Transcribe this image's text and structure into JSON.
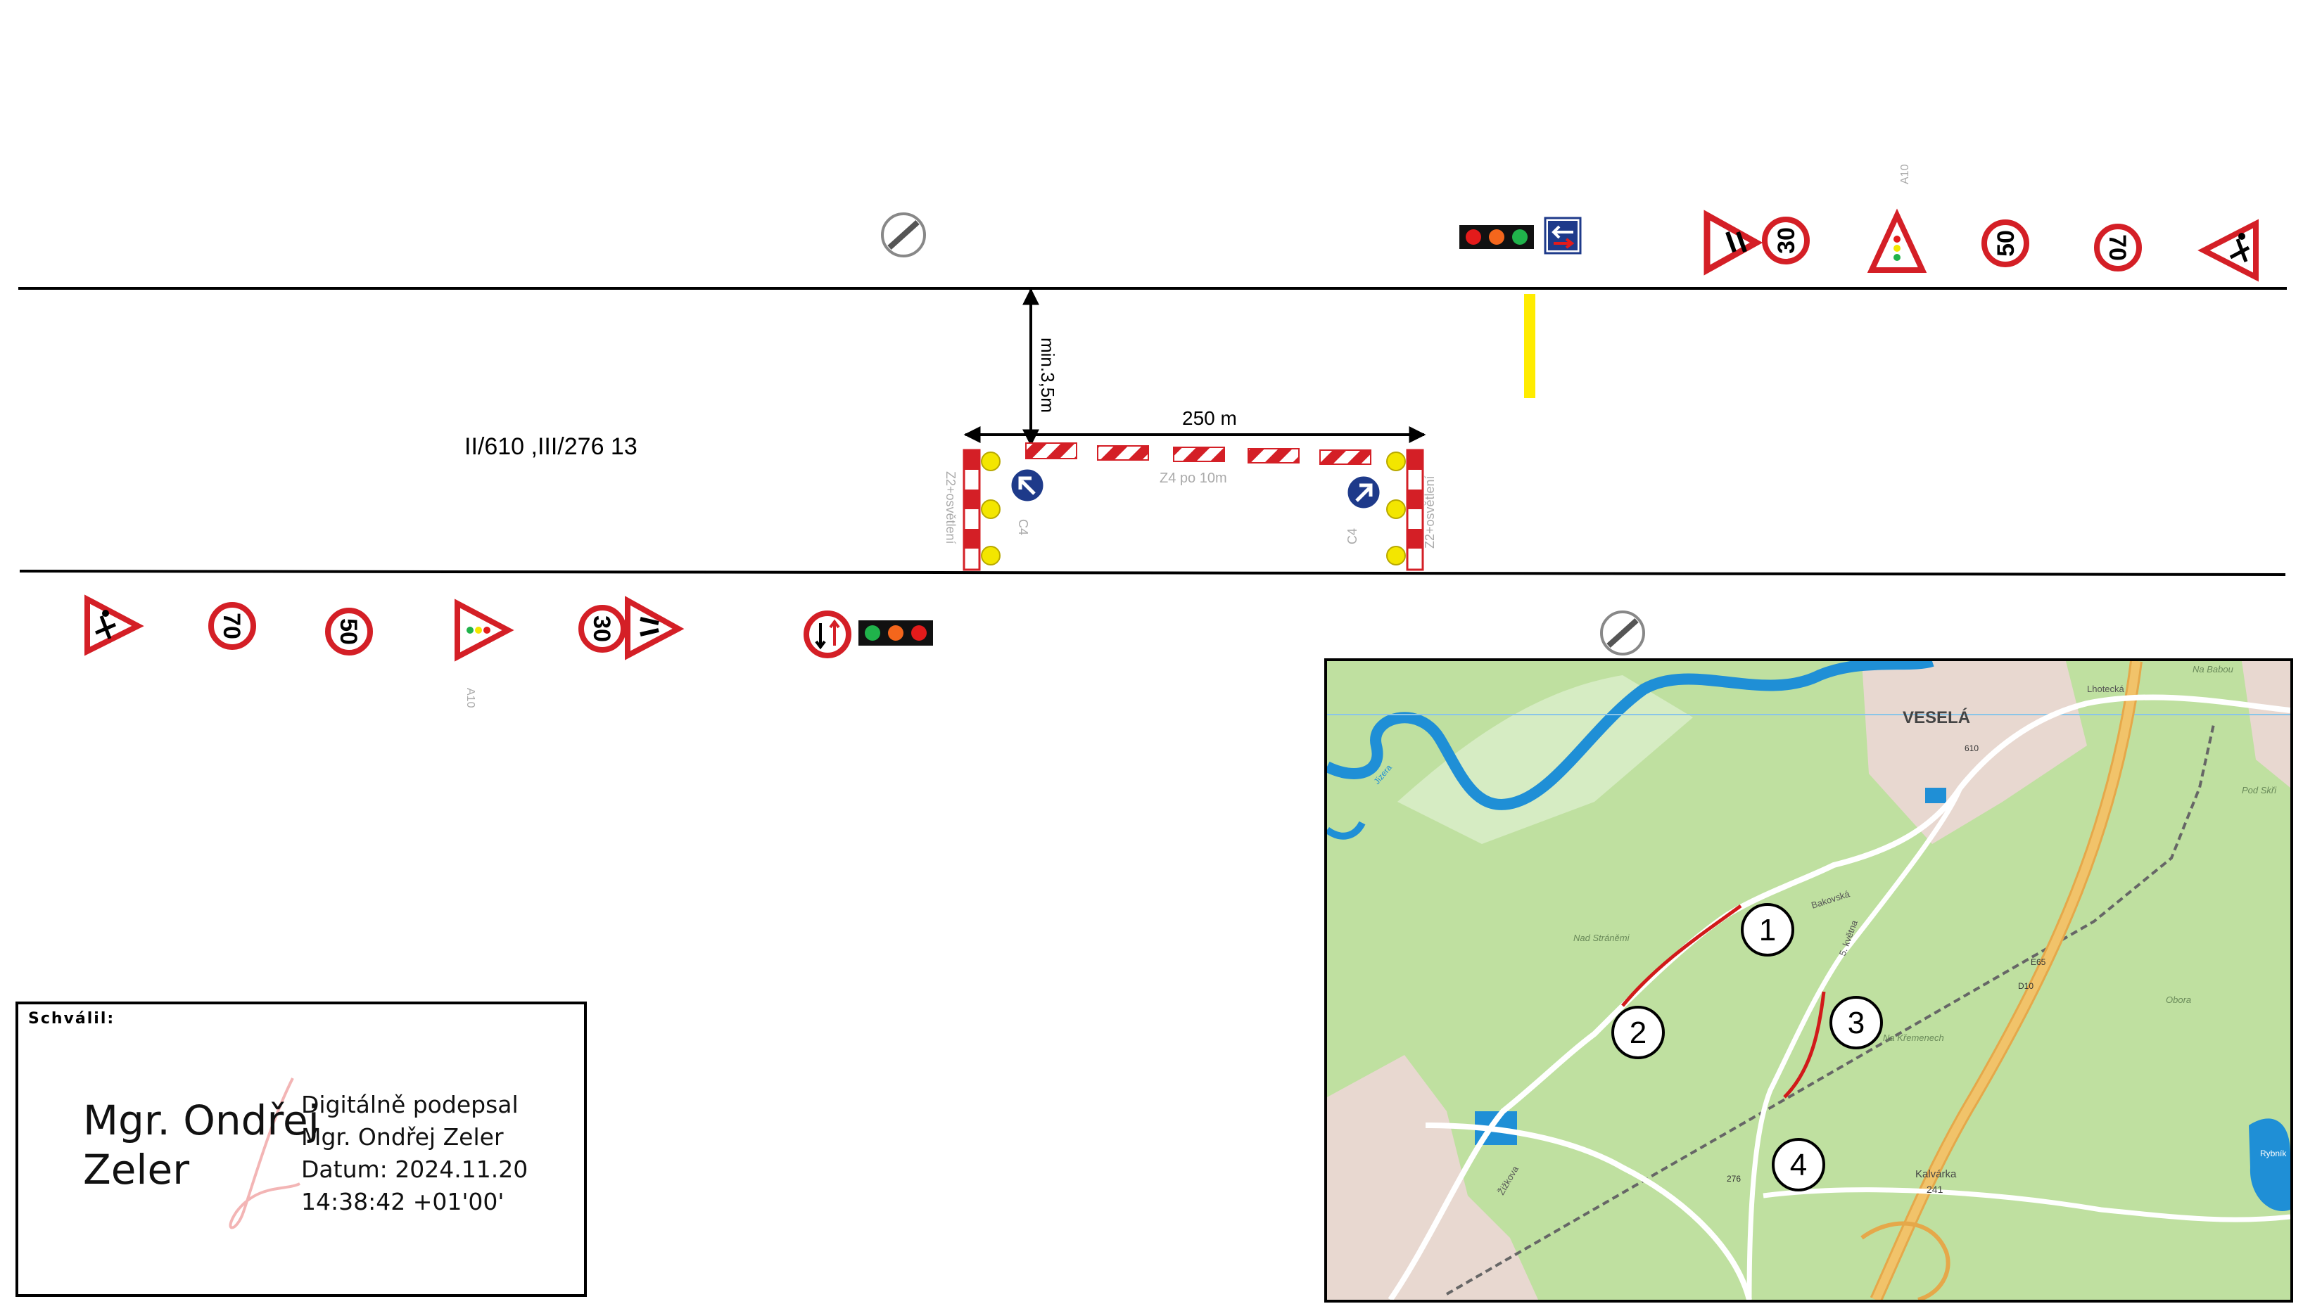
{
  "road": {
    "label": "II/610 ,III/276 13",
    "length_label": "250 m",
    "clearance_label": "min.3,5m",
    "barrier_label": "Z4 po 10m",
    "end_barrier_label": "Z2+osvětlení",
    "direction_sign_label": "C4",
    "traffic_light_sign_label": "A10"
  },
  "signs": {
    "top_row": [
      "end-of-restrictions",
      "traffic-light",
      "one-way-priority",
      "road-narrows",
      "speed-30",
      "traffic-light-warning",
      "speed-50",
      "speed-70",
      "roadworks"
    ],
    "bottom_row": [
      "roadworks",
      "speed-70",
      "speed-50",
      "traffic-light-warning",
      "speed-30",
      "road-narrows",
      "give-way-oncoming",
      "traffic-light",
      "end-of-restrictions"
    ],
    "speed_values": [
      "30",
      "50",
      "70"
    ]
  },
  "approval": {
    "heading": "Schválil:",
    "name_line1": "Mgr. Ondřej",
    "name_line2": "Zeler",
    "signed_line": "Digitálně podepsal",
    "signer": "Mgr. Ondřej Zeler",
    "date_line": "Datum: 2024.11.20",
    "time_line": "14:38:42 +01'00'"
  },
  "map": {
    "town": "VESELÁ",
    "markers": [
      "1",
      "2",
      "3",
      "4"
    ],
    "labels": {
      "bakovska": "Bakovská",
      "kvetna": "5. května",
      "nad_strani": "Nad Stráněmi",
      "na_kremenech": "Na Křemenech",
      "kalvarka": "Kalvárka",
      "elevation": "241",
      "obora": "Obora",
      "pod_skri": "Pod Skři",
      "na_babou": "Na Babou",
      "lhotecka": "Lhotecká",
      "zizkova": "Žižkova",
      "road_276": "276",
      "road_610": "610",
      "road_e65": "E65",
      "road_d10": "D10",
      "pond": "Rybník",
      "jizera": "Jizera"
    },
    "colors": {
      "forest": "#bfe0a0",
      "water": "#1f8fd6",
      "highway": "#f1c36a",
      "closure": "#d11a1a",
      "urban": "#e8d8d0"
    }
  }
}
